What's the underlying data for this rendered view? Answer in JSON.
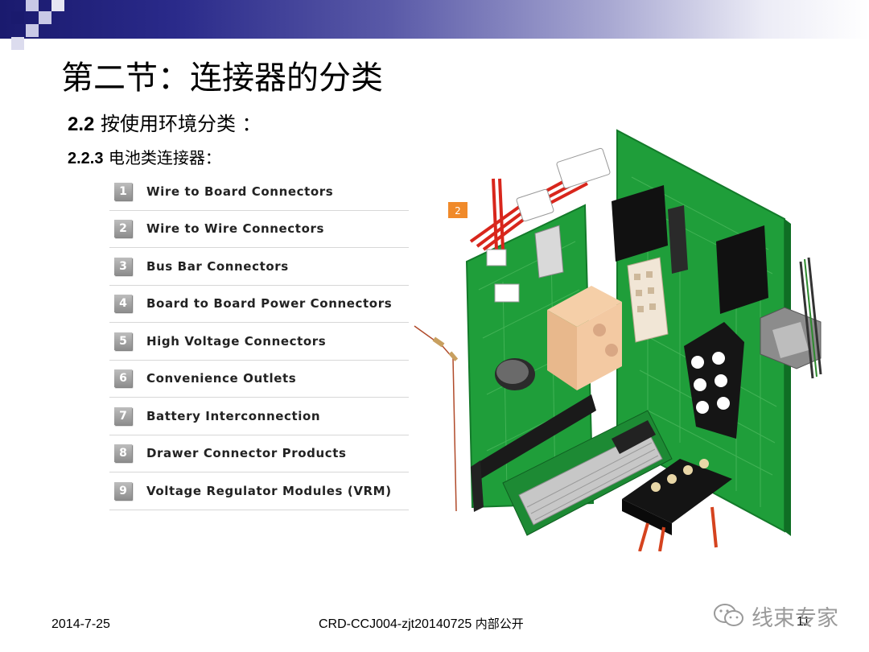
{
  "slide": {
    "title": "第二节：连接器的分类",
    "subtitle_num": "2.2",
    "subtitle_text": "按使用环境分类 ：",
    "subsub_num": "2.2.3",
    "subsub_text": "电池类连接器："
  },
  "connector_list": [
    {
      "num": "1",
      "label": "Wire to Board Connectors"
    },
    {
      "num": "2",
      "label": "Wire to Wire Connectors"
    },
    {
      "num": "3",
      "label": "Bus Bar Connectors"
    },
    {
      "num": "4",
      "label": "Board to Board Power Connectors"
    },
    {
      "num": "5",
      "label": "High Voltage Connectors"
    },
    {
      "num": "6",
      "label": "Convenience Outlets"
    },
    {
      "num": "7",
      "label": "Battery Interconnection"
    },
    {
      "num": "8",
      "label": "Drawer Connector Products"
    },
    {
      "num": "9",
      "label": "Voltage Regulator Modules (VRM)"
    }
  ],
  "illustration": {
    "callout_num": "2"
  },
  "footer": {
    "date": "2014-7-25",
    "doc_code": "CRD-CCJ004-zjt20140725",
    "doc_note": "内部公开",
    "page": "11"
  },
  "watermark": {
    "text": "线束专家",
    "icon": "wechat-icon"
  },
  "colors": {
    "header_dark": "#1a1a6e",
    "pcb_green": "#1f9e3a",
    "callout_orange": "#f08a2a"
  }
}
